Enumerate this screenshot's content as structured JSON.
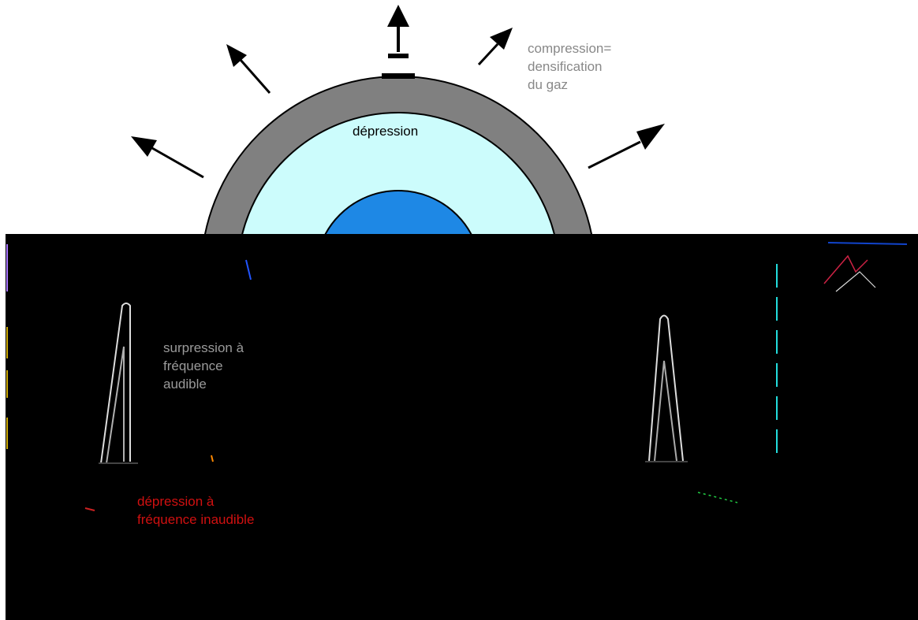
{
  "labels": {
    "compression": [
      "compression=",
      "densification",
      "du gaz"
    ],
    "depression_center": "dépression",
    "surpression": [
      "surpression à",
      "fréquence",
      "audible"
    ],
    "depression_inaudible": [
      "dépression à",
      "fréquence inaudible"
    ]
  },
  "colors": {
    "background": "#ffffff",
    "dark_panel": "#000000",
    "ring_outer": "#808080",
    "depression_zone": "#ccfcfc",
    "core": "#1e88e5",
    "arrow": "#000000",
    "label_compression": "#888888",
    "label_surpression": "#9a9a9a",
    "label_depression_inaudible": "#d01010"
  },
  "icons": [
    "outward-arrow-icon"
  ]
}
